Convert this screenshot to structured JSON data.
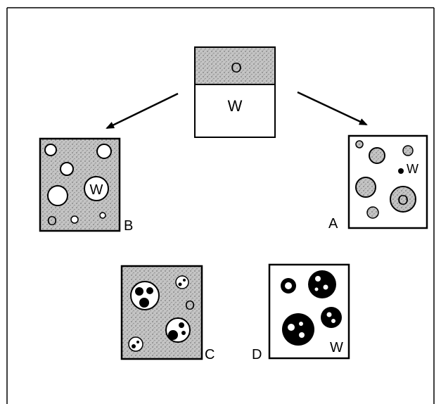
{
  "diagram": {
    "top": {
      "upper_label": "O",
      "lower_label": "W"
    },
    "panel_b": {
      "label": "B",
      "inner_label": "W",
      "small_label": "O"
    },
    "panel_a": {
      "label": "A",
      "inner_label": "W",
      "small_label": "O"
    },
    "panel_c": {
      "label": "C",
      "small_label": "O"
    },
    "panel_d": {
      "label": "D",
      "inner_label": "W"
    }
  },
  "colors": {
    "line": "#000000",
    "stipple": "#b9b9b9",
    "background": "#ffffff"
  }
}
